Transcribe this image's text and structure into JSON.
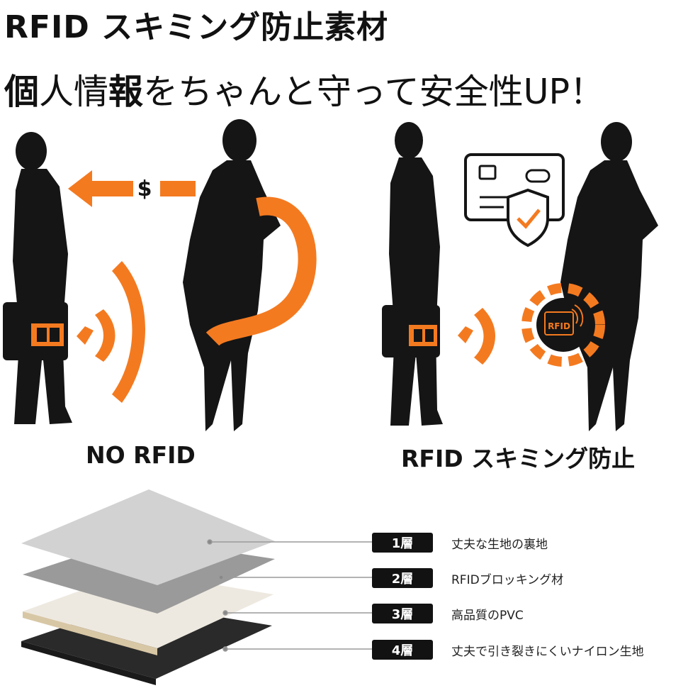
{
  "title": "RFID スキミング防止素材",
  "subtitle": {
    "part1": "個",
    "part2": "人情",
    "part3": "報",
    "part4": "をちゃんと守って安全性UP！"
  },
  "scenes": {
    "left": {
      "caption": "NO RFID",
      "money_symbol": "$"
    },
    "right": {
      "caption": "RFID スキミング防止",
      "rfid_label": "RFID"
    }
  },
  "layers": [
    {
      "badge": "1層",
      "description": "丈夫な生地の裏地"
    },
    {
      "badge": "2層",
      "description": "RFIDブロッキング材"
    },
    {
      "badge": "3層",
      "description": "高品質のPVC"
    },
    {
      "badge": "4層",
      "description": "丈夫で引き裂きにくいナイロン生地"
    }
  ],
  "colors": {
    "accent_orange": "#f47a20",
    "silhouette": "#151515",
    "badge_bg": "#121212"
  },
  "icons": [
    "money-icon",
    "credit-card-icon",
    "shield-check-icon",
    "rfid-signal-icon",
    "rfid-waves-icon"
  ]
}
